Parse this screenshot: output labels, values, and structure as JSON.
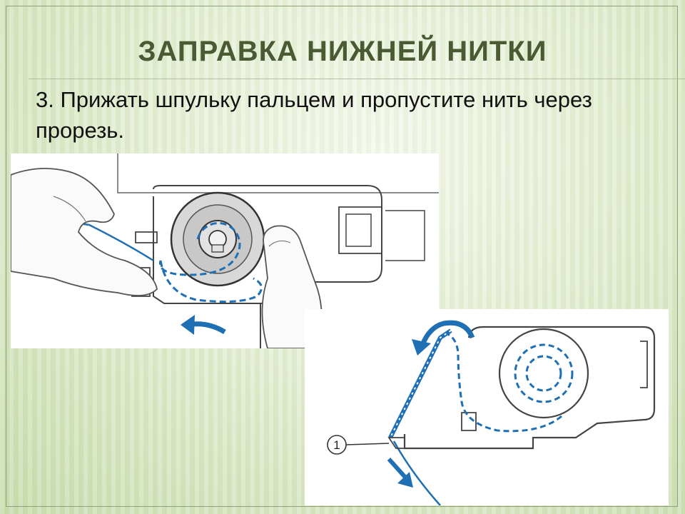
{
  "slide": {
    "title": "ЗАПРАВКА НИЖНЕЙ НИТКИ",
    "text": "3. Прижать шпульку пальцем и пропустите нить через прорезь."
  },
  "figure2": {
    "callout_number": "1"
  },
  "colors": {
    "thread": "#1f6fb5",
    "outline": "#333333",
    "title": "#4a5a33"
  }
}
